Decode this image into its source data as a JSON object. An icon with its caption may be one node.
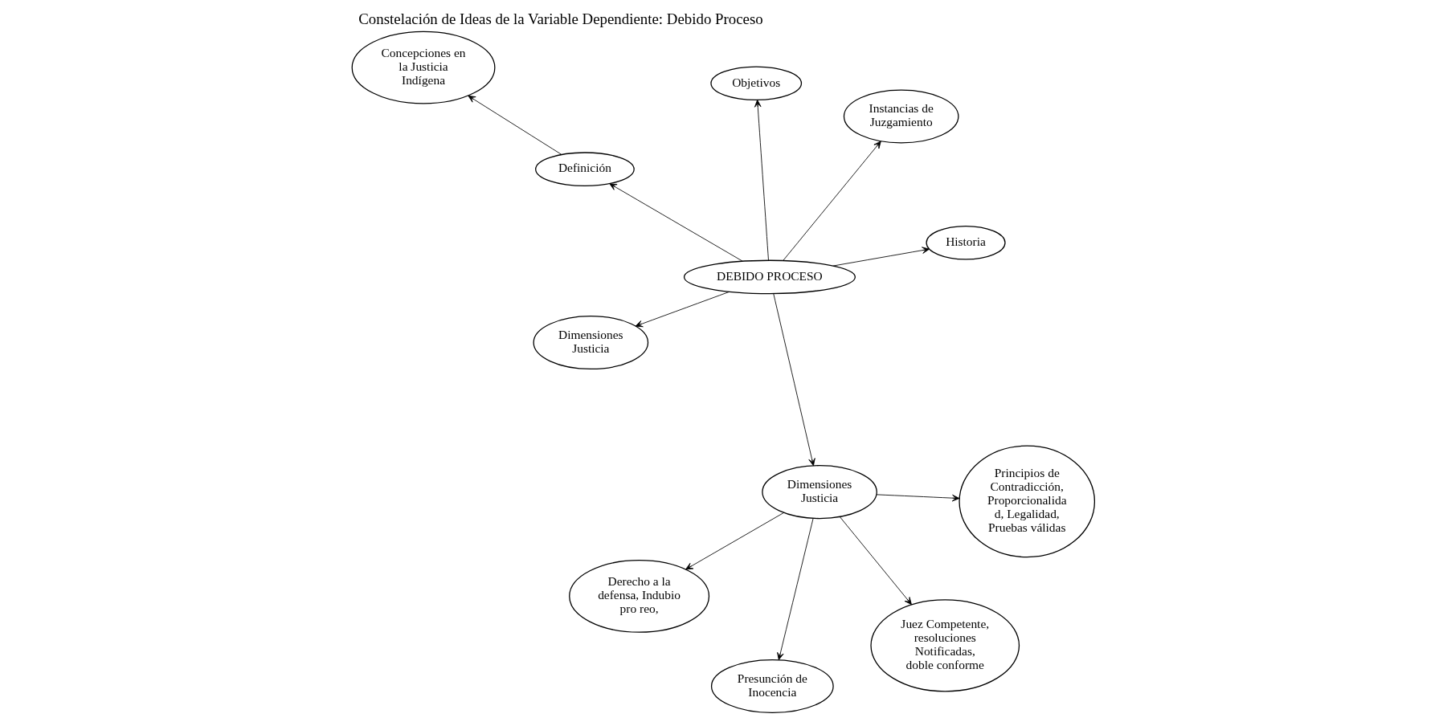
{
  "diagram": {
    "title": "Constelación de Ideas de la Variable Dependiente: Debido Proceso",
    "nodes": [
      {
        "text": [
          "DEBIDO PROCESO"
        ]
      },
      {
        "text": [
          "Historia"
        ]
      },
      {
        "text": [
          "Definición"
        ]
      },
      {
        "text": [
          "Concepciones en la Justicia Indígena"
        ]
      },
      {
        "text": [
          "Instancias de Juzgamiento"
        ]
      },
      {
        "text": [
          "Objetivos"
        ]
      },
      {
        "text": [
          "Dimensiones Justicia"
        ]
      },
      {
        "text": [
          "Dimensiones Justicia"
        ]
      },
      {
        "text": [
          "Presunción de Inocencia"
        ]
      },
      {
        "text": [
          "Principios de Contradicción, Proporcionalida d, Legalidad, Pruebas válidas"
        ]
      },
      {
        "text": [
          "Juez Competente, resoluciones Notificadas, doble conforme"
        ]
      },
      {
        "text": [
          "Derecho a la defensa, Indubio pro reo,"
        ]
      }
    ],
    "edges": [
      {
        "from": 0,
        "to": 1,
        "arrow": "to"
      },
      {
        "from": 0,
        "to": 2,
        "arrow": "to"
      },
      {
        "from": 2,
        "to": 3,
        "arrow": "to"
      },
      {
        "from": 0,
        "to": 4,
        "arrow": "to"
      },
      {
        "from": 0,
        "to": 5,
        "arrow": "to"
      },
      {
        "from": 0,
        "to": 6,
        "arrow": "to"
      },
      {
        "from": 0,
        "to": 7,
        "arrow": "to"
      },
      {
        "from": 7,
        "to": 8,
        "arrow": "to"
      },
      {
        "from": 7,
        "to": 9,
        "arrow": "to"
      },
      {
        "from": 7,
        "to": 10,
        "arrow": "to"
      },
      {
        "from": 7,
        "to": 11,
        "arrow": "to"
      }
    ]
  }
}
